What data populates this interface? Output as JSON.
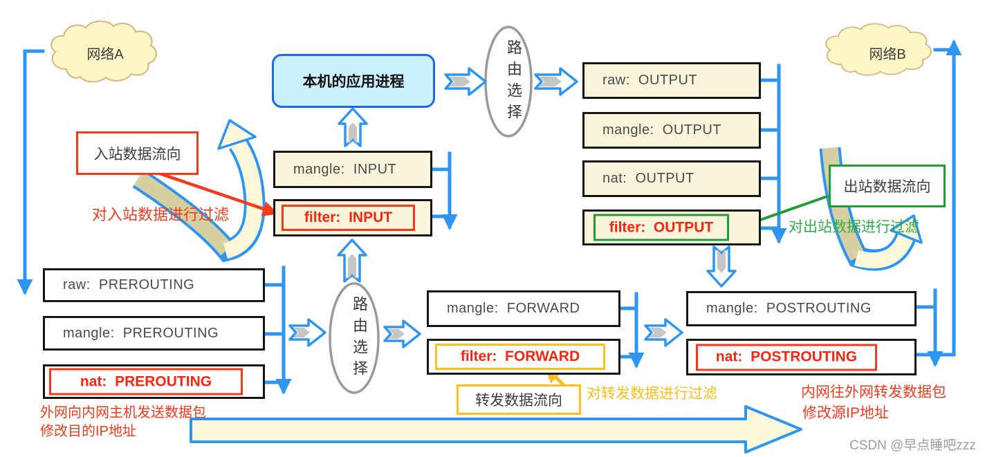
{
  "clouds": {
    "a": {
      "label": "网络A"
    },
    "b": {
      "label": "网络B"
    }
  },
  "app_process": {
    "label": "本机的应用进程"
  },
  "routing_label": "路由选择",
  "chains": {
    "input": [
      {
        "label": "mangle:  INPUT"
      },
      {
        "label": "filter:  INPUT",
        "highlight": "red"
      }
    ],
    "output": [
      {
        "label": "raw:  OUTPUT"
      },
      {
        "label": "mangle:  OUTPUT"
      },
      {
        "label": "nat:  OUTPUT"
      },
      {
        "label": "filter:  OUTPUT",
        "highlight": "green"
      }
    ],
    "prerouting": [
      {
        "label": "raw:  PREROUTING"
      },
      {
        "label": "mangle:  PREROUTING"
      },
      {
        "label": "nat:  PREROUTING",
        "highlight": "red"
      }
    ],
    "forward": [
      {
        "label": "mangle:  FORWARD"
      },
      {
        "label": "filter:  FORWARD",
        "highlight": "yellow"
      }
    ],
    "postrouting": [
      {
        "label": "mangle:  POSTROUTING"
      },
      {
        "label": "nat:  POSTROUTING",
        "highlight": "red"
      }
    ]
  },
  "flow_labels": {
    "inbound": {
      "box_label": "入站数据流向",
      "note": "对入站数据进行过滤"
    },
    "outbound": {
      "box_label": "出站数据流向",
      "note": "对出站数据进行过滤"
    },
    "forward": {
      "box_label": "转发数据流向",
      "note": "对转发数据进行过滤"
    }
  },
  "captions": {
    "prerouting_line1": "外网向内网主机发送数据包",
    "prerouting_line2": "修改目的IP地址",
    "postrouting_line1": "内网往外网转发数据包",
    "postrouting_line2": "修改源IP地址"
  },
  "watermark": "CSDN @早点睡吧zzz",
  "colors": {
    "blue": "#2e96f0",
    "red": "#f5391d",
    "green": "#1f9e38",
    "yellow": "#fcc01e",
    "box_cream": "#faf5da",
    "cloud_fill": "#fdf6c6",
    "swoosh_khaki": "#d6cfa2",
    "swoosh_cream": "#fbf7d9"
  }
}
